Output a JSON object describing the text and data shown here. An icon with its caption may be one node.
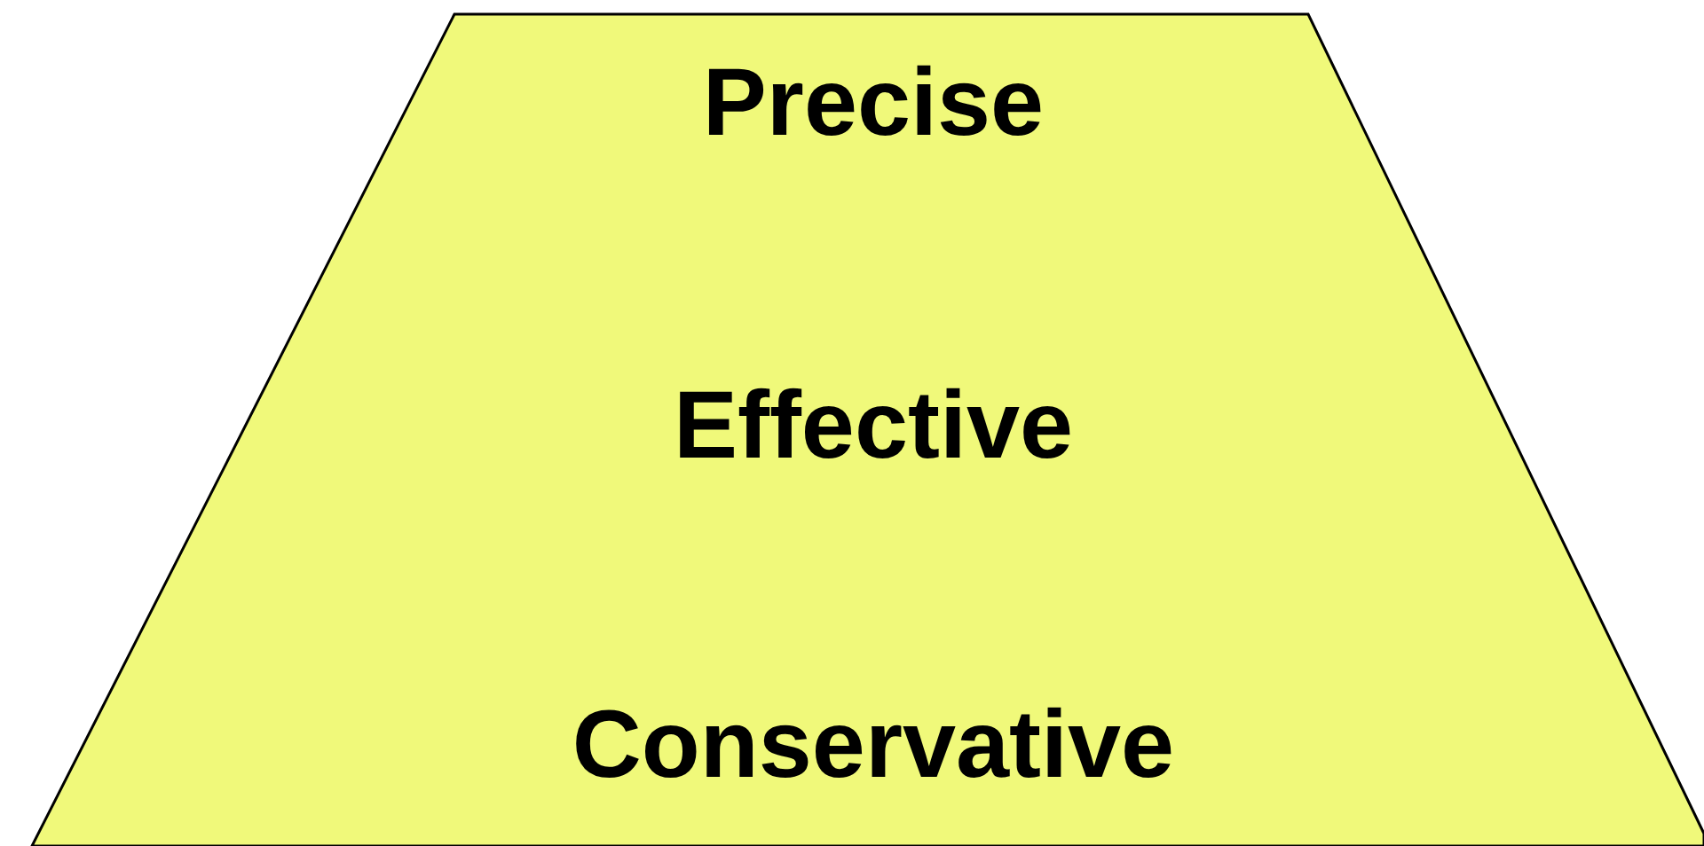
{
  "diagram": {
    "nodes": [
      {
        "text": [
          "Precise",
          "Effective",
          "Conservative"
        ]
      }
    ]
  }
}
